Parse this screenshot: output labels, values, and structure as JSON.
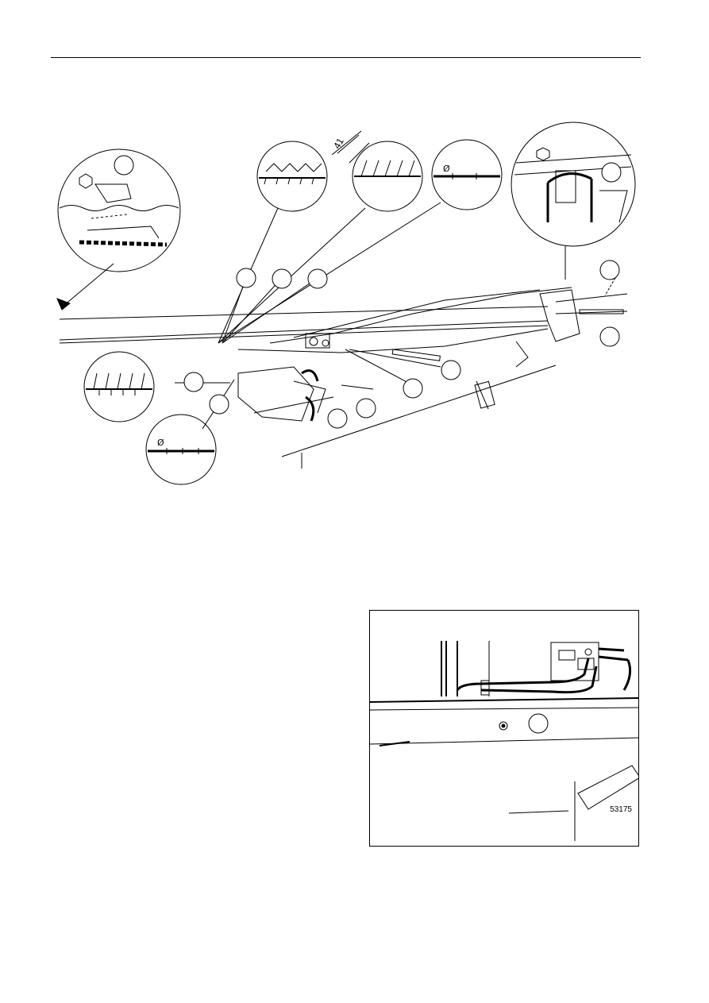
{
  "page": {
    "header_rule": true
  },
  "main_figure": {
    "dimension_label": "41",
    "diameter_symbol": "Ø",
    "callouts": [
      "",
      "",
      "",
      "",
      "",
      "",
      "",
      "",
      "",
      "",
      "",
      "",
      "",
      ""
    ]
  },
  "photo_figure": {
    "figure_number": "53175",
    "callouts": [
      ""
    ]
  }
}
